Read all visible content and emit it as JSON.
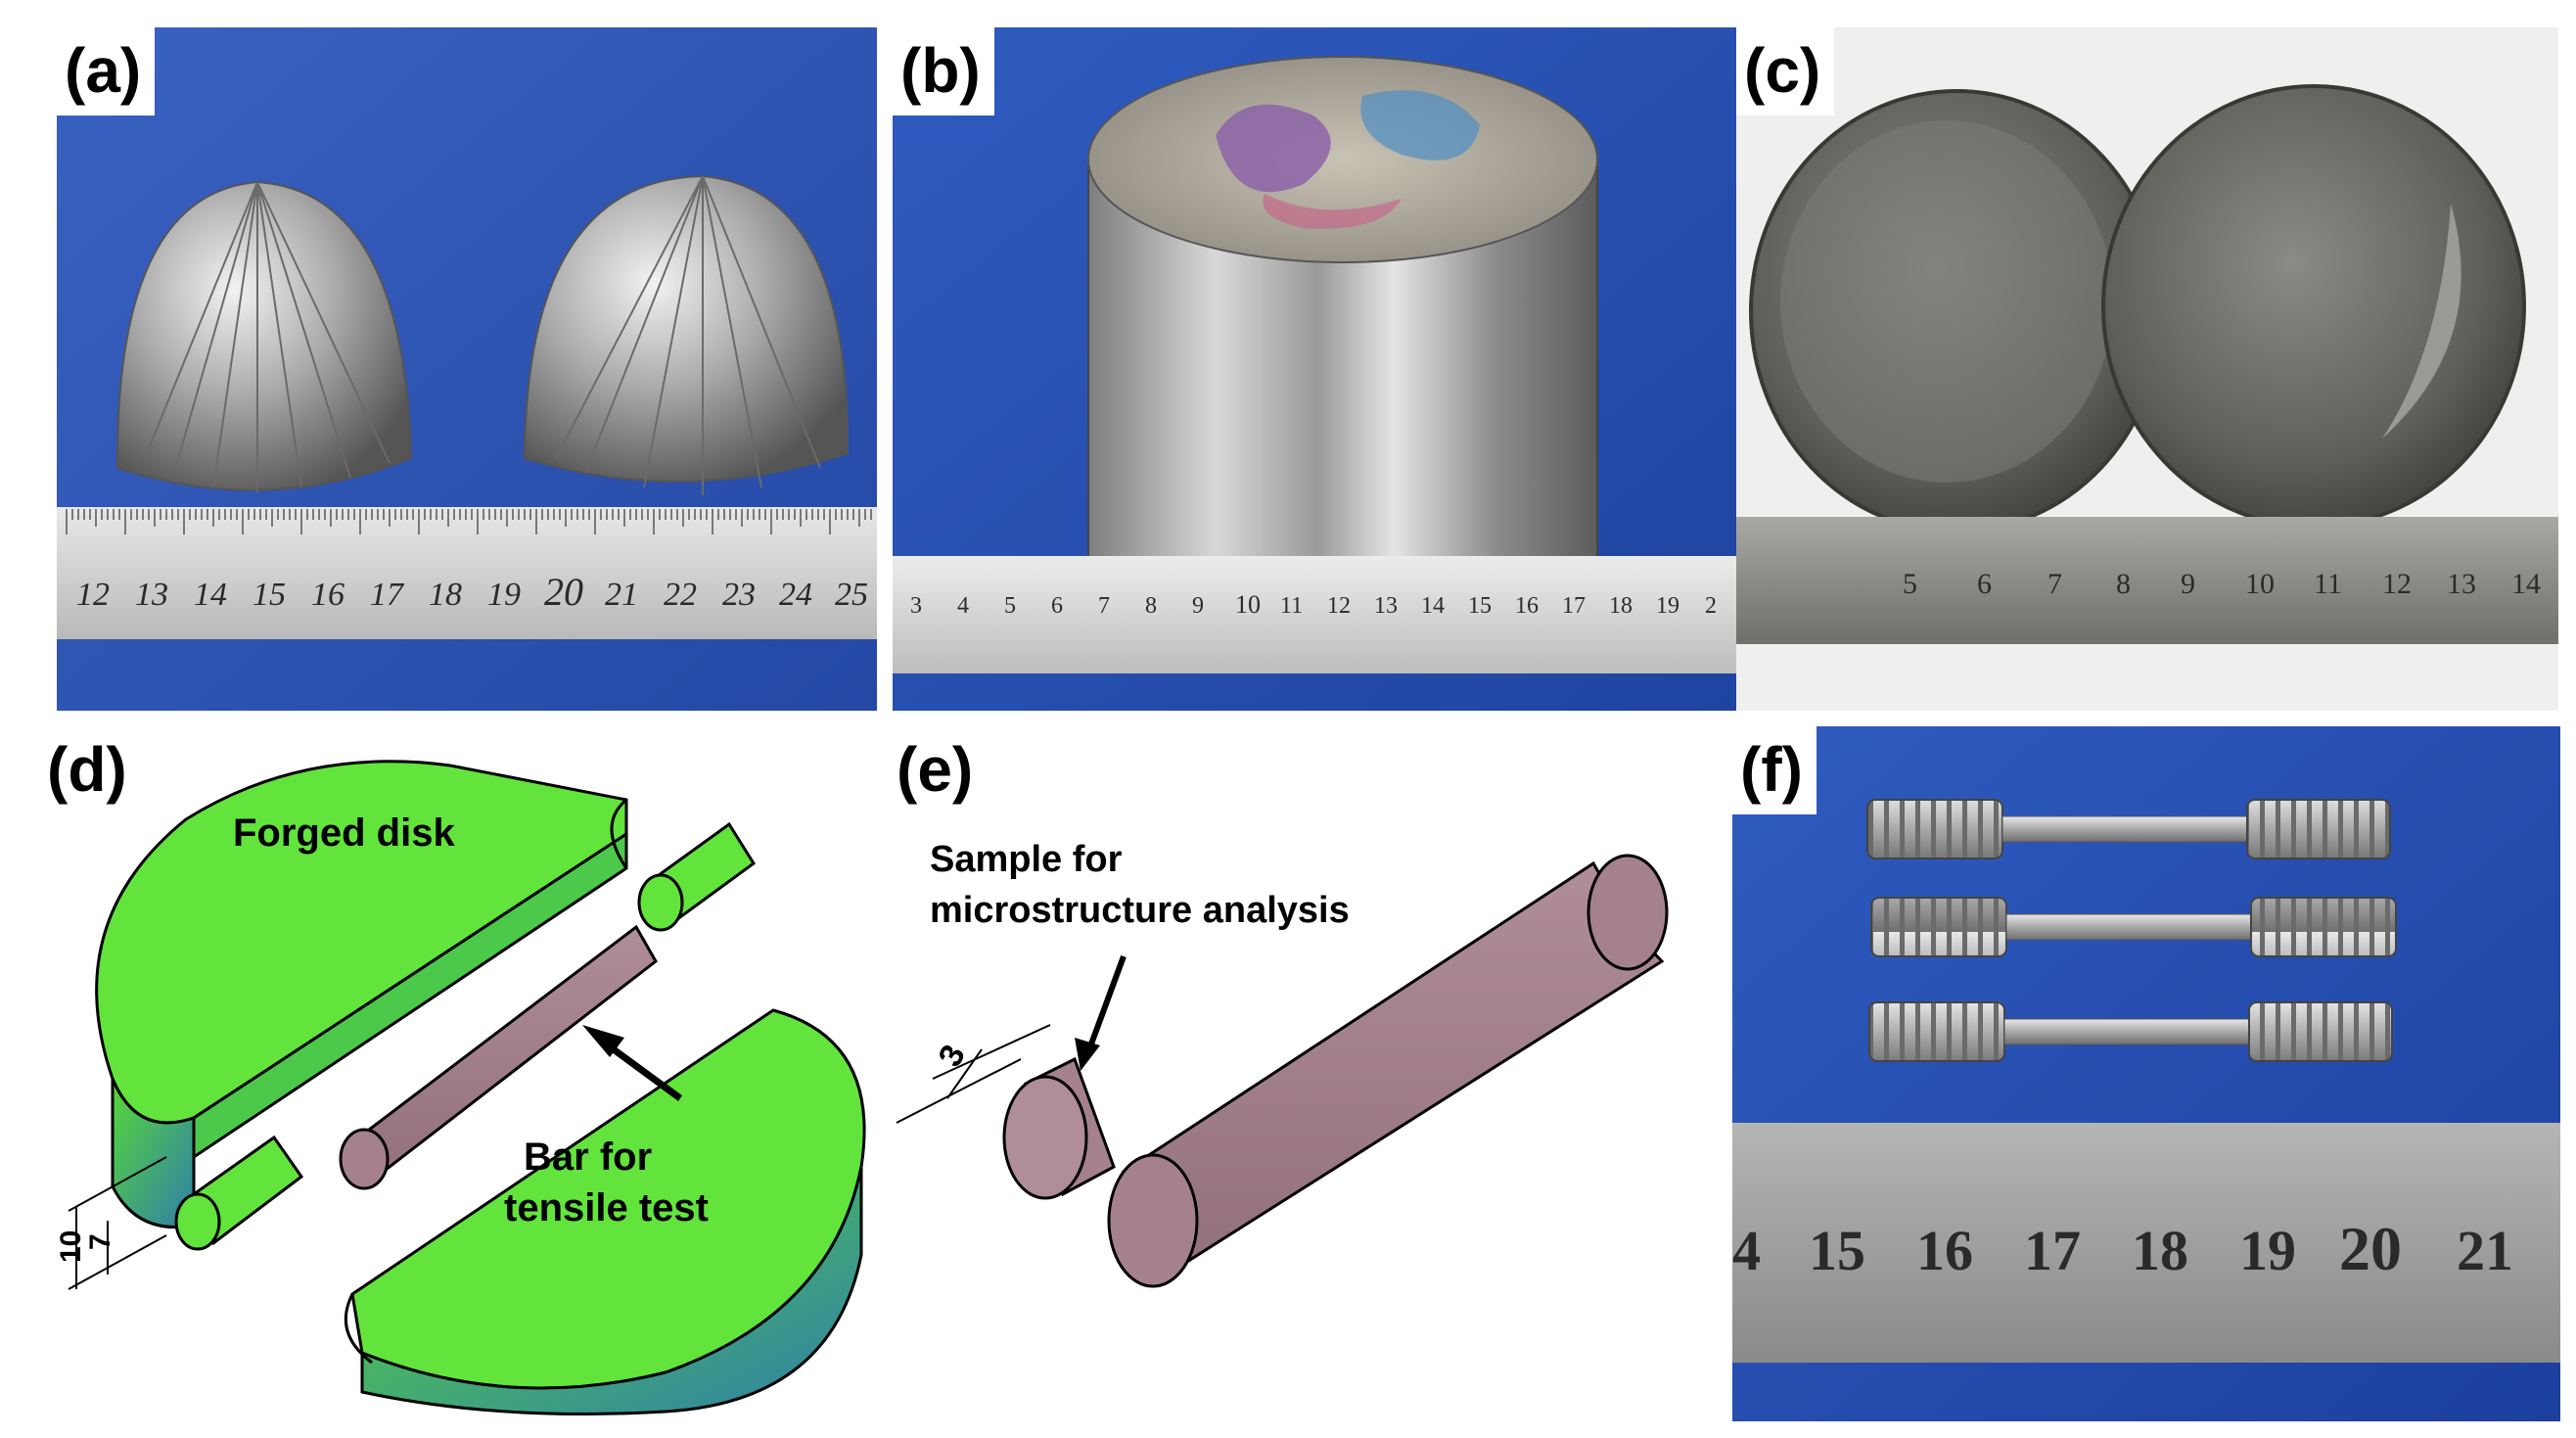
{
  "panels": {
    "a": {
      "label": "(a)",
      "ruler_numbers": [
        "12",
        "13",
        "14",
        "15",
        "16",
        "17",
        "18",
        "19",
        "20",
        "21",
        "22",
        "23",
        "24",
        "25"
      ]
    },
    "b": {
      "label": "(b)",
      "ruler_numbers": [
        "3",
        "4",
        "5",
        "6",
        "7",
        "8",
        "9",
        "10",
        "11",
        "12",
        "13",
        "14",
        "15",
        "16",
        "17",
        "18",
        "19",
        "2"
      ]
    },
    "c": {
      "label": "(c)",
      "ruler_numbers": [
        "5",
        "6",
        "7",
        "8",
        "9",
        "10",
        "11",
        "12",
        "13",
        "14"
      ]
    },
    "d": {
      "label": "(d)",
      "disk_label": "Forged disk",
      "bar_label_line1": "Bar for",
      "bar_label_line2": "tensile test",
      "dim_outer": "10",
      "dim_inner": "7"
    },
    "e": {
      "label": "(e)",
      "sample_label_line1": "Sample for",
      "sample_label_line2": "microstructure analysis",
      "dim_thickness": "3"
    },
    "f": {
      "label": "(f)",
      "ruler_numbers": [
        "4",
        "15",
        "16",
        "17",
        "18",
        "19",
        "20",
        "21"
      ]
    }
  },
  "colors": {
    "blue_cloth": "#2d56b5",
    "disk_green": "#62e43c",
    "bar_purple": "#a5818e",
    "steel": "#bdbdbd"
  }
}
